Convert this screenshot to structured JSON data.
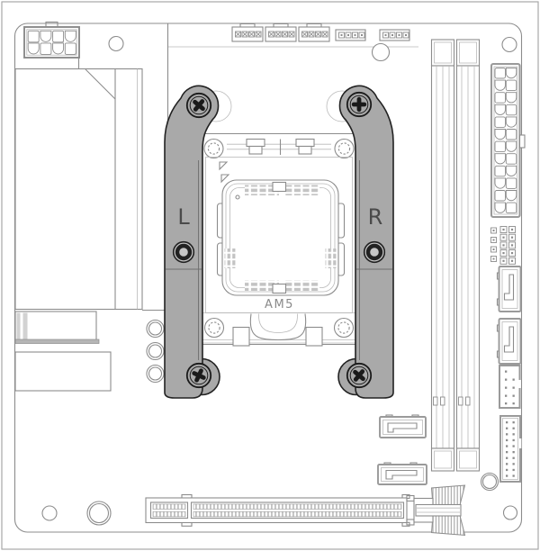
{
  "labels": {
    "left_bracket": "L",
    "right_bracket": "R",
    "socket": "AM5"
  },
  "colors": {
    "bracket_fill": "#a9a9a9",
    "bracket_outline": "#222222",
    "bracket_label": "#4a4a4a",
    "socket_label": "#8a8a8a",
    "line": "#8c8c8c",
    "line_light": "#b9b9b9",
    "screw": "#1a1a1a",
    "background": "#ffffff"
  },
  "components": {
    "cpu_socket": "AM5 socket with carrier frame",
    "brackets": [
      "left offset bracket",
      "right offset bracket"
    ],
    "power_connector_8pin": "EPS 8-pin (top-left)",
    "power_connector_24pin": "ATX 24-pin (right)",
    "fan_headers": 3,
    "jumper_headers": 2,
    "memory_slots": 2,
    "sata_ports": 4,
    "usb_headers": 2,
    "front_panel_header": 1,
    "pcie_slot": "PCIe x16 (bottom)"
  }
}
